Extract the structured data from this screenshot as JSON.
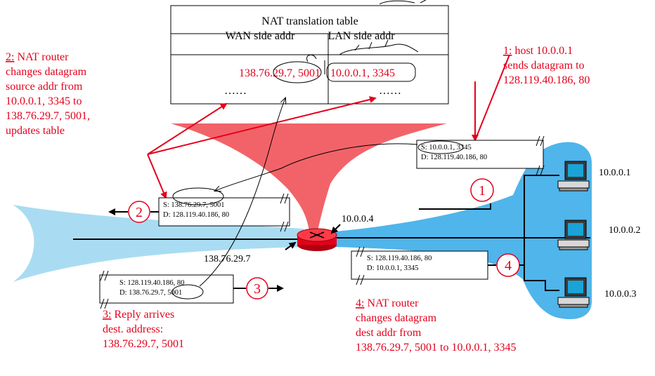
{
  "table": {
    "title": "NAT translation table",
    "wan_header": "WAN side addr",
    "lan_header": "LAN side addr",
    "wan_entry": "138.76.29.7, 5001",
    "lan_entry": "10.0.0.1, 3345",
    "wan_more": "……",
    "lan_more": "……"
  },
  "notes": {
    "n1": {
      "num": "1:",
      "lines": [
        "host 10.0.0.1",
        "sends datagram to",
        "128.119.40.186, 80"
      ]
    },
    "n2": {
      "num": "2:",
      "lines": [
        "NAT router",
        "changes datagram",
        "source addr from",
        "10.0.0.1, 3345 to",
        "138.76.29.7, 5001,",
        "updates table"
      ]
    },
    "n3": {
      "num": "3:",
      "lines": [
        "Reply arrives",
        "dest. address:",
        "138.76.29.7, 5001"
      ]
    },
    "n4": {
      "num": "4:",
      "lines": [
        "NAT router",
        "changes datagram",
        "dest addr from",
        "138.76.29.7, 5001 to 10.0.0.1, 3345"
      ]
    }
  },
  "packets": {
    "p1": {
      "s": "S: 10.0.0.1, 3345",
      "d": "D: 128.119.40.186, 80"
    },
    "p2": {
      "s": "S: 138.76.29.7, 5001",
      "d": "D: 128.119.40.186, 80"
    },
    "p3": {
      "s": "S: 128.119.40.186, 80",
      "d": "D: 138.76.29.7, 5001"
    },
    "p4": {
      "s": "S: 128.119.40.186, 80",
      "d": "D: 10.0.0.1, 3345"
    }
  },
  "steps": {
    "s1": "1",
    "s2": "2",
    "s3": "3",
    "s4": "4"
  },
  "addresses": {
    "router_lan": "10.0.0.4",
    "router_wan": "138.76.29.7",
    "host1": "10.0.0.1",
    "host2": "10.0.0.2",
    "host3": "10.0.0.3"
  },
  "colors": {
    "note_red": "#e4001b",
    "cone_red": "#f0484f",
    "wan_blue": "#a9dcf2",
    "lan_blue": "#4fb5ea"
  }
}
